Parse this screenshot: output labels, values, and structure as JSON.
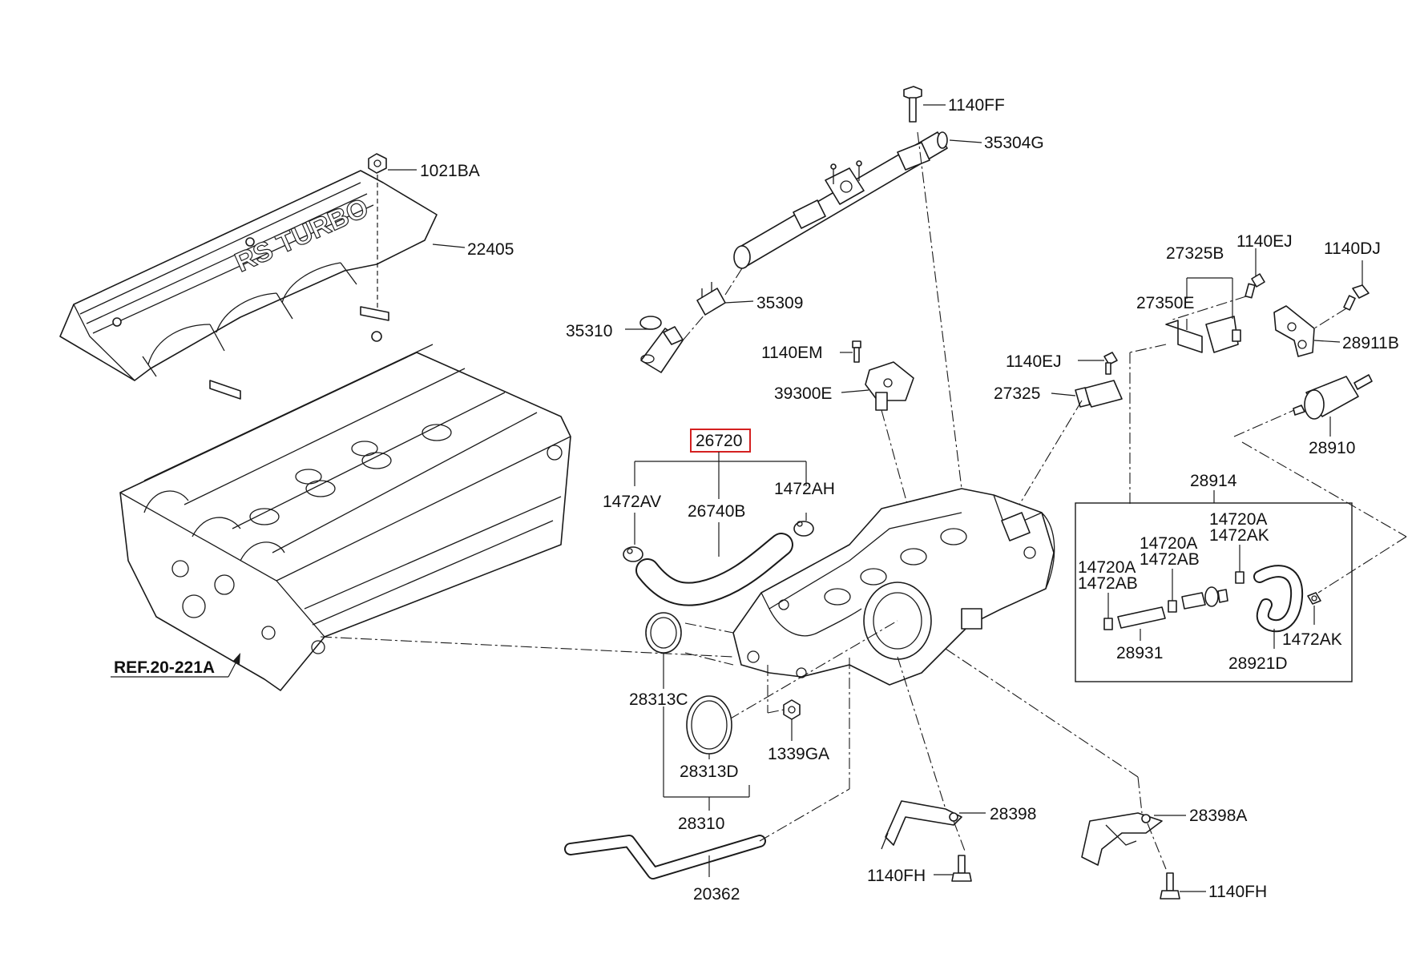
{
  "labels": {
    "p1140FF": "1140FF",
    "p35304G": "35304G",
    "p1021BA": "1021BA",
    "p22405": "22405",
    "p35309": "35309",
    "p35310": "35310",
    "p1140EM": "1140EM",
    "p39300E": "39300E",
    "p27325B": "27325B",
    "p1140EJ_a": "1140EJ",
    "p1140DJ": "1140DJ",
    "p27350E": "27350E",
    "p28911B": "28911B",
    "p1140EJ_b": "1140EJ",
    "p27325": "27325",
    "p28910": "28910",
    "p26720": "26720",
    "p1472AV": "1472AV",
    "p26740B": "26740B",
    "p1472AH": "1472AH",
    "p28914": "28914",
    "p14720A_1": "14720A",
    "p1472AK_1": "1472AK",
    "p14720A_2": "14720A",
    "p1472AB_2": "1472AB",
    "p14720A_3": "14720A",
    "p1472AB_3": "1472AB",
    "p1472AK_2": "1472AK",
    "p28931": "28931",
    "p28921D": "28921D",
    "p28313C": "28313C",
    "p1339GA": "1339GA",
    "p28313D": "28313D",
    "p28310": "28310",
    "p28398": "28398",
    "p28398A": "28398A",
    "p1140FH_a": "1140FH",
    "p1140FH_b": "1140FH",
    "p20362": "20362",
    "ref": "REF.20-221A"
  },
  "cover_lettering": "RS TURBO",
  "highlight_color": "#d42020"
}
